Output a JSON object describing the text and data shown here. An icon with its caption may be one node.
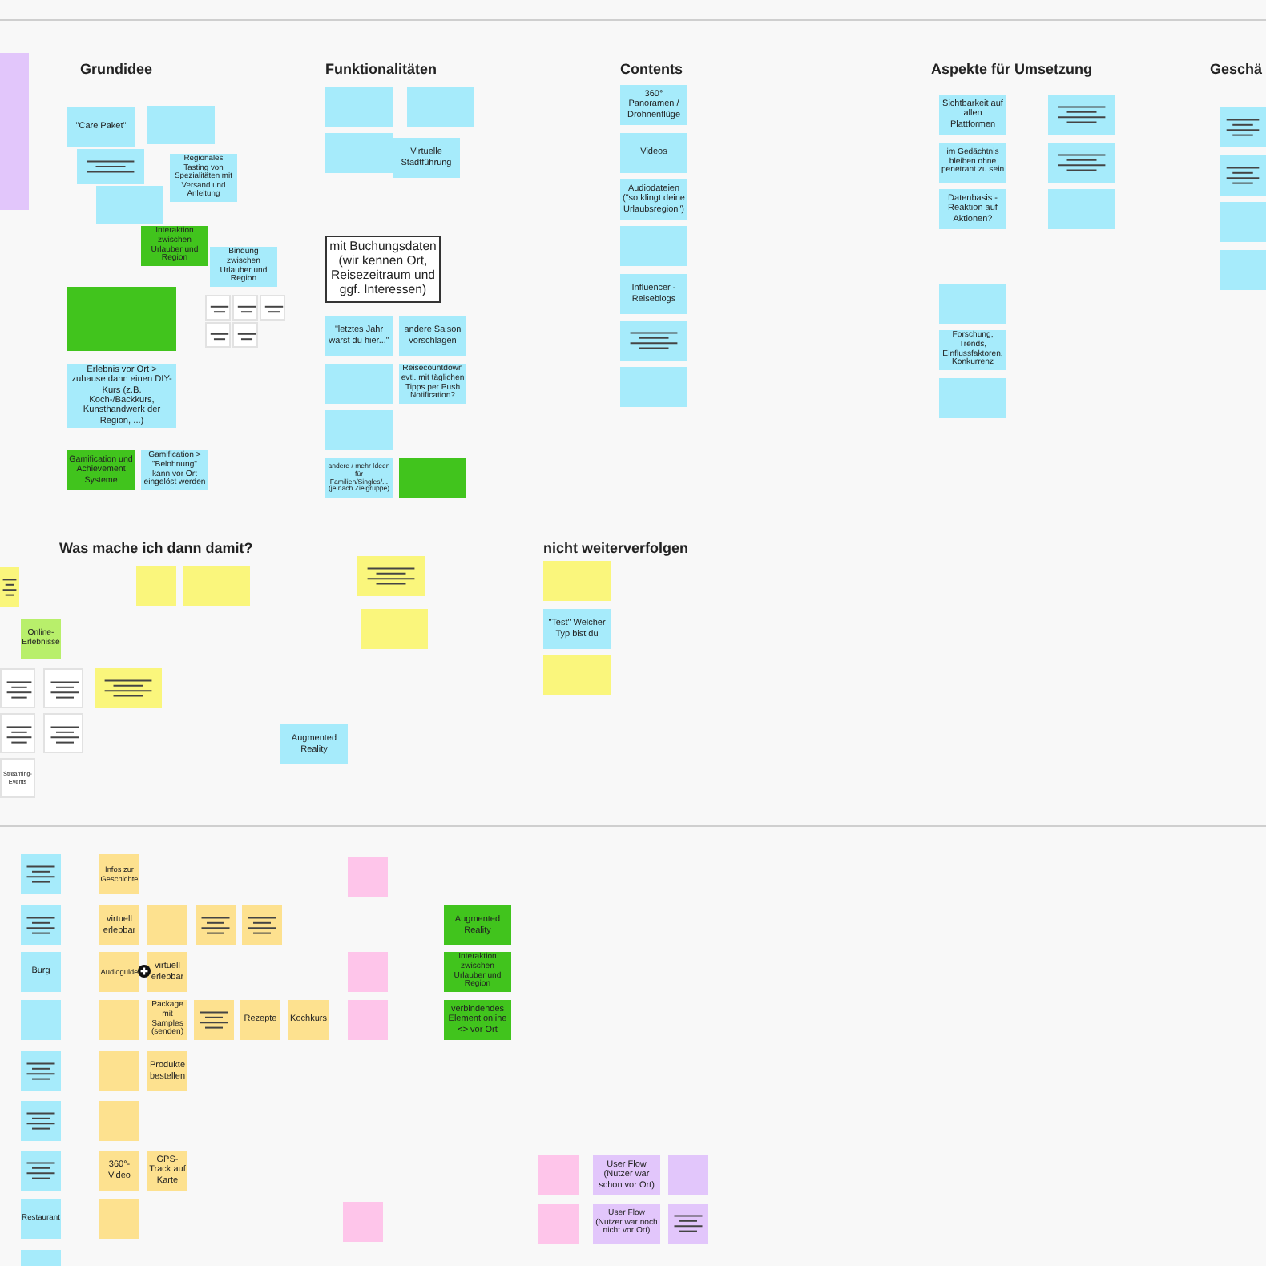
{
  "diagram": {
    "nodes": [
      {
        "text": [],
        "shape": "box"
      },
      {
        "text": [
          "\"Care Paket\""
        ]
      },
      {
        "text": [],
        "shape": "box"
      },
      {
        "text": [],
        "shape": "box"
      },
      {
        "text": [
          "Regionales Tasting von Spezialitäten mit Versand und Anleitung"
        ]
      },
      {
        "text": [],
        "shape": "box"
      },
      {
        "text": [
          "Interaktion zwischen Urlauber und Region"
        ]
      },
      {
        "text": [
          "Bindung zwischen Urlauber und Region"
        ]
      },
      {
        "text": [],
        "shape": "box"
      },
      {
        "text": [],
        "shape": "box"
      },
      {
        "text": [],
        "shape": "box"
      },
      {
        "text": [],
        "shape": "box"
      },
      {
        "text": [],
        "shape": "box"
      },
      {
        "text": [],
        "shape": "box"
      },
      {
        "text": [
          "Erlebnis vor Ort > zuhause dann einen DIY-Kurs (z.B. Koch-/Backkurs, Kunsthandwerk der Region, ...)"
        ]
      },
      {
        "text": [
          "Gamification und Achievement Systeme"
        ]
      },
      {
        "text": [
          "Gamification > \"Belohnung\" kann vor Ort eingelöst werden"
        ]
      },
      {
        "text": [],
        "shape": "box"
      },
      {
        "text": [],
        "shape": "box"
      },
      {
        "text": [],
        "shape": "box"
      },
      {
        "text": [
          "Virtuelle Stadtführung"
        ]
      },
      {
        "text": [
          "mit Buchungsdaten (wir kennen Ort, Reisezeitraum und ggf. Interessen)"
        ]
      },
      {
        "text": [
          "\"letztes Jahr warst du hier...\""
        ]
      },
      {
        "text": [
          "andere Saison vorschlagen"
        ]
      },
      {
        "text": [],
        "shape": "box"
      },
      {
        "text": [
          "Reisecountdown evtl. mit täglichen Tipps per Push Notification?"
        ]
      },
      {
        "text": [],
        "shape": "box"
      },
      {
        "text": [
          "andere / mehr Ideen für Familien/Singles/... (je nach Zielgruppe)"
        ]
      },
      {
        "text": [],
        "shape": "box"
      },
      {
        "text": [
          "360° Panoramen / Drohnenflüge"
        ]
      },
      {
        "text": [
          "Videos"
        ]
      },
      {
        "text": [
          "Audiodateien (\"so klingt deine Urlaubsregion\")"
        ]
      },
      {
        "text": [],
        "shape": "box"
      },
      {
        "text": [
          "Influencer - Reiseblogs"
        ]
      },
      {
        "text": [],
        "shape": "box"
      },
      {
        "text": [],
        "shape": "box"
      },
      {
        "text": [
          "Sichtbarkeit auf allen Plattformen"
        ]
      },
      {
        "text": [],
        "shape": "box"
      },
      {
        "text": [
          "im Gedächtnis bleiben ohne penetrant zu sein"
        ]
      },
      {
        "text": [],
        "shape": "box"
      },
      {
        "text": [
          "Datenbasis - Reaktion auf Aktionen?"
        ]
      },
      {
        "text": [],
        "shape": "box"
      },
      {
        "text": [],
        "shape": "box"
      },
      {
        "text": [
          "Forschung, Trends, Einflussfaktoren, Konkurrenz"
        ]
      },
      {
        "text": [],
        "shape": "box"
      },
      {
        "text": [],
        "shape": "box"
      },
      {
        "text": [],
        "shape": "box"
      },
      {
        "text": [],
        "shape": "box"
      },
      {
        "text": [],
        "shape": "box"
      },
      {
        "text": [],
        "shape": "box"
      },
      {
        "text": [],
        "shape": "box"
      },
      {
        "text": [],
        "shape": "box"
      },
      {
        "text": [],
        "shape": "box"
      },
      {
        "text": [
          "Online-Erlebnisse"
        ]
      },
      {
        "text": [],
        "shape": "box"
      },
      {
        "text": [],
        "shape": "box"
      },
      {
        "text": [],
        "shape": "box"
      },
      {
        "text": [],
        "shape": "box"
      },
      {
        "text": [],
        "shape": "box"
      },
      {
        "text": [],
        "shape": "box"
      },
      {
        "text": [
          "Augmented Reality"
        ]
      },
      {
        "text": [
          "Streaming-Events"
        ]
      },
      {
        "text": [],
        "shape": "box"
      },
      {
        "text": [
          "\"Test\" Welcher Typ bist du"
        ]
      },
      {
        "text": [],
        "shape": "box"
      },
      {
        "text": [],
        "shape": "box"
      },
      {
        "text": [
          "Infos zur Geschichte"
        ]
      },
      {
        "text": [],
        "shape": "box"
      },
      {
        "text": [],
        "shape": "box"
      },
      {
        "text": [
          "virtuell erlebbar"
        ]
      },
      {
        "text": [],
        "shape": "box"
      },
      {
        "text": [],
        "shape": "box"
      },
      {
        "text": [],
        "shape": "box"
      },
      {
        "text": [
          "Augmented Reality"
        ]
      },
      {
        "text": [
          "Burg"
        ]
      },
      {
        "text": [
          "Audioguide"
        ]
      },
      {
        "text": [
          "virtuell erlebbar"
        ]
      },
      {
        "text": [],
        "shape": "box"
      },
      {
        "text": [
          "Interaktion zwischen Urlauber und Region"
        ]
      },
      {
        "text": [],
        "shape": "box"
      },
      {
        "text": [],
        "shape": "box"
      },
      {
        "text": [
          "Package mit Samples (senden)"
        ]
      },
      {
        "text": [],
        "shape": "box"
      },
      {
        "text": [
          "Rezepte"
        ]
      },
      {
        "text": [
          "Kochkurs"
        ]
      },
      {
        "text": [],
        "shape": "box"
      },
      {
        "text": [
          "verbindendes Element online <> vor Ort"
        ]
      },
      {
        "text": [],
        "shape": "box"
      },
      {
        "text": [],
        "shape": "box"
      },
      {
        "text": [
          "Produkte bestellen"
        ]
      },
      {
        "text": [],
        "shape": "box"
      },
      {
        "text": [],
        "shape": "box"
      },
      {
        "text": [],
        "shape": "box"
      },
      {
        "text": [
          "360°-Video"
        ]
      },
      {
        "text": [
          "GPS-Track auf Karte"
        ]
      },
      {
        "text": [],
        "shape": "box"
      },
      {
        "text": [
          "User Flow (Nutzer war schon vor Ort)"
        ]
      },
      {
        "text": [],
        "shape": "box"
      },
      {
        "text": [
          "Restaurant"
        ]
      },
      {
        "text": [],
        "shape": "box"
      },
      {
        "text": [],
        "shape": "box"
      },
      {
        "text": [],
        "shape": "box"
      },
      {
        "text": [
          "User Flow (Nutzer war noch nicht vor Ort)"
        ]
      },
      {
        "text": [],
        "shape": "box"
      },
      {
        "text": [],
        "shape": "box"
      }
    ],
    "edges": [],
    "labels": [
      "Grundidee",
      "Funktionalitäten",
      "Contents",
      "Aspekte für Umsetzung",
      "Geschä",
      "Was mache ich dann damit?",
      "nicht weiterverfolgen"
    ]
  }
}
